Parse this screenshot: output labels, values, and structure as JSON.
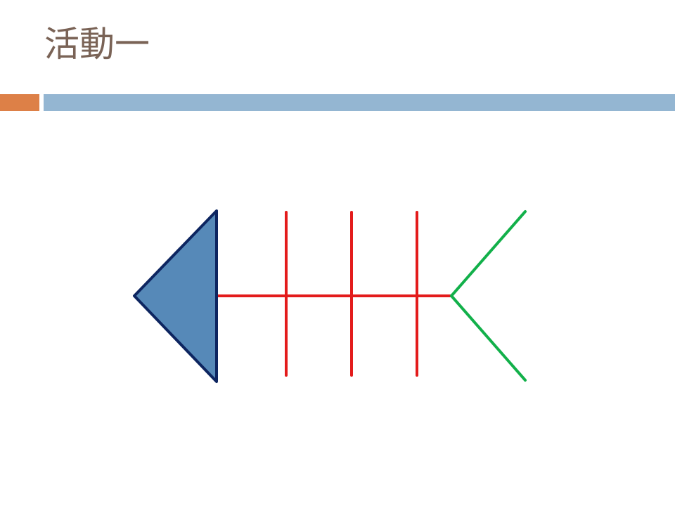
{
  "slide": {
    "title": "活動一"
  },
  "diagram": {
    "type": "fishbone",
    "colors": {
      "head_fill": "#5689b8",
      "head_stroke": "#0d2560",
      "spine": "#e31b1b",
      "ribs": "#e31b1b",
      "tail": "#12b04a"
    },
    "rib_count": 3,
    "labels": []
  },
  "theme": {
    "title_color": "#7a6356",
    "accent_orange": "#dd8047",
    "accent_blue": "#94b6d2"
  }
}
